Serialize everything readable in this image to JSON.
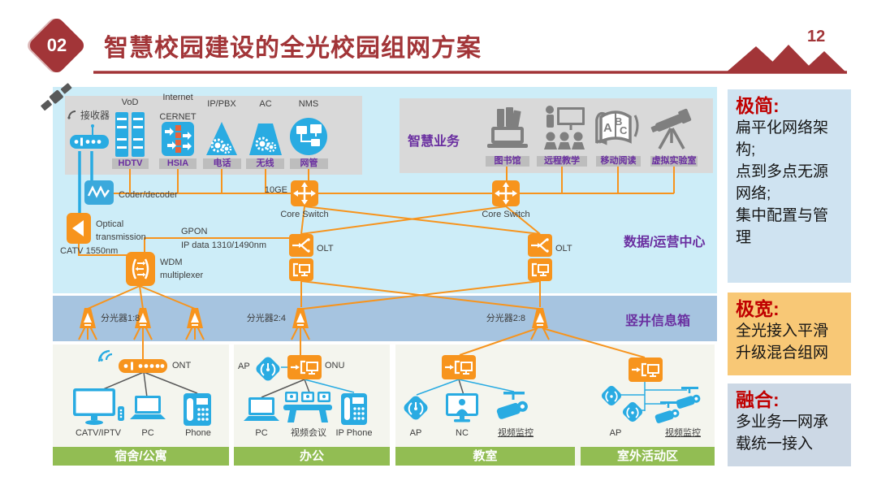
{
  "slide": {
    "badge": "02",
    "title": "智慧校园建设的全光校园组网方案",
    "page_number": "12"
  },
  "colors": {
    "accent_red": "#A23538",
    "orange": "#F7941D",
    "blue": "#29ABE2",
    "purple": "#6A2FA0",
    "green_bar": "#92BD53",
    "cyan_bg": "#CDEDF8",
    "band_bg": "#A6C4E0",
    "gray_box": "#D9D9D9",
    "sidebar_blue": "#CFE3F1",
    "sidebar_orange": "#F8C876",
    "sidebar_gray_blue": "#CCD8E5",
    "zone_bg": "#F4F5EE"
  },
  "diagram": {
    "receiver_label": "接收器",
    "services_left": [
      {
        "top_label": "VoD",
        "bar_label": "HDTV",
        "icon": "vod-servers-icon"
      },
      {
        "top_label": "Internet",
        "mid_label": "CERNET",
        "bar_label": "HSIA",
        "icon": "cernet-firewall-icon"
      },
      {
        "top_label": "IP/PBX",
        "bar_label": "电话",
        "icon": "ip-pbx-icon"
      },
      {
        "top_label": "AC",
        "bar_label": "无线",
        "icon": "ac-controller-icon"
      },
      {
        "top_label": "NMS",
        "bar_label": "网管",
        "icon": "nms-icon"
      }
    ],
    "smart_services": {
      "title": "智慧业务",
      "items": [
        {
          "label": "图书馆",
          "icon": "library-icon"
        },
        {
          "label": "远程教学",
          "icon": "remote-teaching-icon"
        },
        {
          "label": "移动阅读",
          "icon": "mobile-reading-icon"
        },
        {
          "label": "虚拟实验室",
          "icon": "virtual-lab-icon"
        }
      ]
    },
    "core": {
      "coder_decoder": "Coder/decoder",
      "ten_ge": "10GE",
      "core_switch_1": "Core Switch",
      "core_switch_2": "Core Switch",
      "optical_transmission": "Optical transmission",
      "catv": "CATV 1550nm",
      "gpon": "GPON",
      "ip_data": "IP data 1310/1490nm",
      "wdm": "WDM multiplexer",
      "olt_1": "OLT",
      "olt_2": "OLT",
      "data_center": "数据/运营中心"
    },
    "splitters": {
      "s1": "分光器1:8",
      "s2": "分光器2:4",
      "s3": "分光器2:8",
      "shaft": "竖井信息箱"
    },
    "zones": [
      {
        "name": "宿舍/公寓",
        "gateway": "ONT",
        "devices": [
          "CATV/IPTV",
          "PC",
          "Phone"
        ]
      },
      {
        "name": "办公",
        "gateway": "ONU",
        "ap": "AP",
        "devices": [
          "PC",
          "视频会议",
          "IP Phone"
        ]
      },
      {
        "name": "教室",
        "devices": [
          "AP",
          "NC",
          "视频监控"
        ]
      },
      {
        "name": "室外活动区",
        "devices": [
          "AP",
          "视频监控"
        ]
      }
    ]
  },
  "sidebar": [
    {
      "title": "极简:",
      "lines": [
        "扁平化网络架构;",
        "点到多点无源网络;",
        "集中配置与管理"
      ]
    },
    {
      "title": "极宽:",
      "lines": [
        "全光接入平滑升级混合组网"
      ]
    },
    {
      "title": "融合:",
      "lines": [
        "多业务一网承载统一接入"
      ]
    }
  ]
}
